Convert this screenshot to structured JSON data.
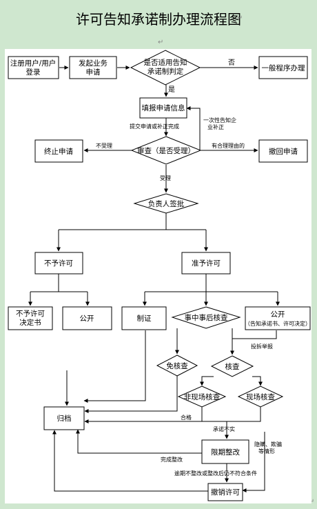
{
  "title": "许可告知承诺制办理流程图",
  "marks": {
    "return_glyph": "↵"
  },
  "nodes": {
    "register": [
      "注册用户/用户",
      "登录"
    ],
    "initiate": [
      "发起业务",
      "申请"
    ],
    "applicable": [
      "是否适用告知",
      "承诺制判定"
    ],
    "general": "一般程序办理",
    "fill_info": "填报申请信息",
    "review": "审查（是否受理）",
    "terminate": "终止申请",
    "withdraw": "撤回申请",
    "approve_sign": "负责人签批",
    "deny": "不予许可",
    "grant": "准予许可",
    "deny_decision": [
      "不予许可",
      "决定书"
    ],
    "deny_public": "公开",
    "make_cert": "制证",
    "post_check": "事中事后核查",
    "grant_public": "公开",
    "grant_public_sub": "（告知承诺书、许可决定）",
    "exempt": "免核查",
    "check": "核查",
    "offsite": "非现场核查",
    "onsite": "现场核查",
    "archive": "归档",
    "rectify": "限期整改",
    "revoke": "撤销许可"
  },
  "edge_labels": {
    "no": "否",
    "yes": "是",
    "submit": "提交申请或补正完成",
    "notify": [
      "一次性告知企",
      "业补正"
    ],
    "reject": "不受理",
    "reasonable": "有合理理由的",
    "accept": "受理",
    "complaint": "投拆举报",
    "qualified": "合格",
    "false_promise": "承诺不实",
    "conceal": [
      "隐瞒、欺骗",
      "等情形"
    ],
    "rectified": "完成整改",
    "overdue": "逾期不整改或整改后仍不符合条件"
  }
}
